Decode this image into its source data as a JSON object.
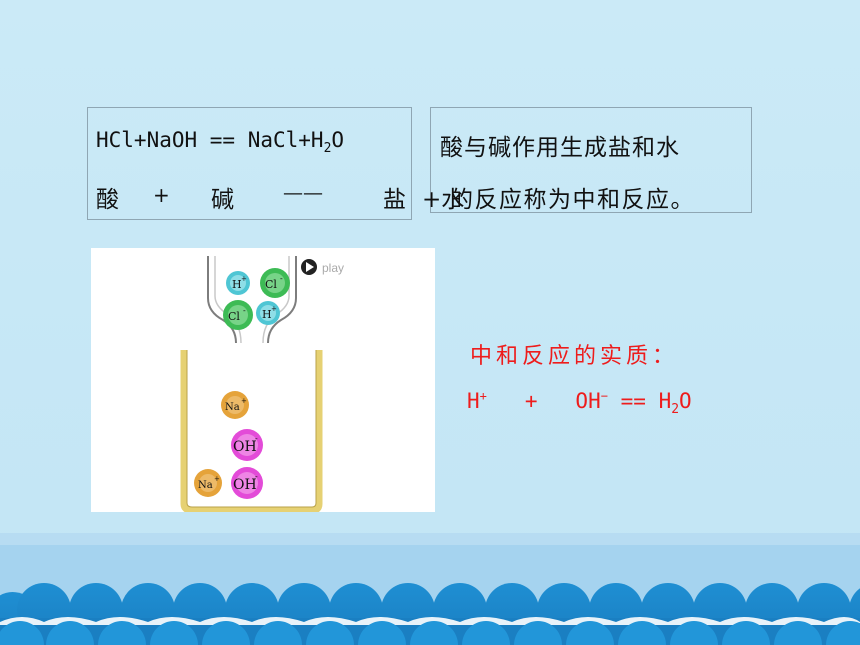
{
  "equation": {
    "text": "HCl+NaOH == NaCl+H",
    "sub": "2",
    "tail": "O"
  },
  "word_equation": {
    "acid": "酸",
    "plus1": "+",
    "base": "碱",
    "dash": "——",
    "salt": "盐",
    "plus2": "+水"
  },
  "definition": {
    "line1": "酸与碱作用生成盐和水",
    "line2": "的反应称为中和反应。"
  },
  "animation": {
    "play_label": "play",
    "ions": {
      "h": "H",
      "h_charge": "+",
      "cl": "Cl",
      "cl_charge": "-",
      "na": "Na",
      "na_charge": "+",
      "oh": "OH",
      "oh_charge": "-"
    }
  },
  "essence": {
    "title": "中和反应的实质：",
    "h": "H",
    "h_charge": "+",
    "plus": "+",
    "oh": "OH",
    "oh_charge": "−",
    "eq": "==",
    "product": "H",
    "product_sub": "2",
    "product_tail": "O"
  },
  "colors": {
    "accent_red": "#ee1c1c",
    "h_ion": "#4fc6d4",
    "cl_ion": "#3dbb55",
    "na_ion": "#e5a33a",
    "oh_ion": "#e34bd8",
    "beaker": "#e6d173"
  }
}
